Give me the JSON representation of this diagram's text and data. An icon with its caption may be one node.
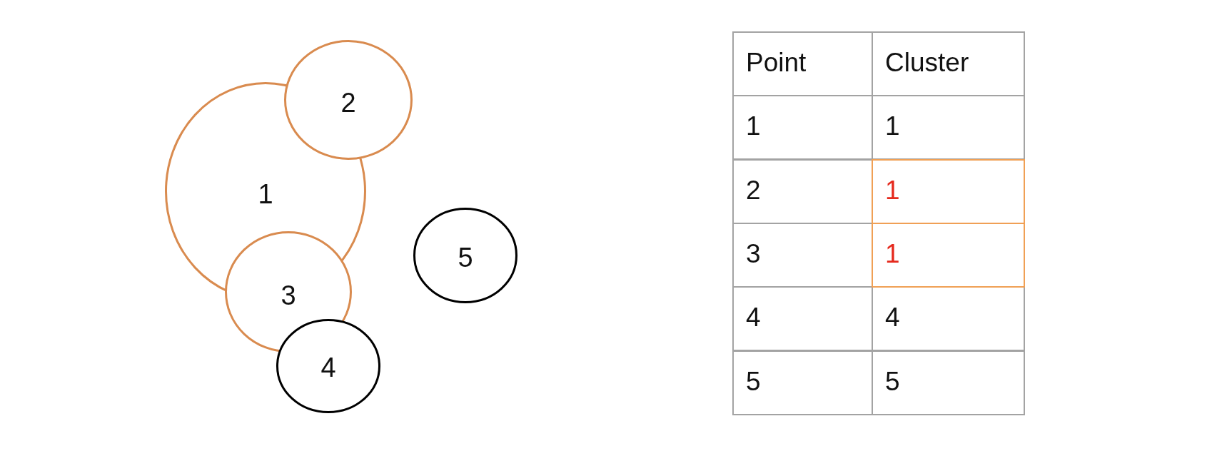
{
  "diagram": {
    "nodes": [
      {
        "text": [
          "1"
        ]
      },
      {
        "text": [
          "2"
        ]
      },
      {
        "text": [
          "3"
        ]
      },
      {
        "text": [
          "4"
        ]
      },
      {
        "text": [
          "5"
        ]
      }
    ],
    "labels": [
      "Point",
      "Cluster",
      "1",
      "1",
      "2",
      "1",
      "3",
      "1",
      "4",
      "4",
      "5",
      "5"
    ]
  }
}
